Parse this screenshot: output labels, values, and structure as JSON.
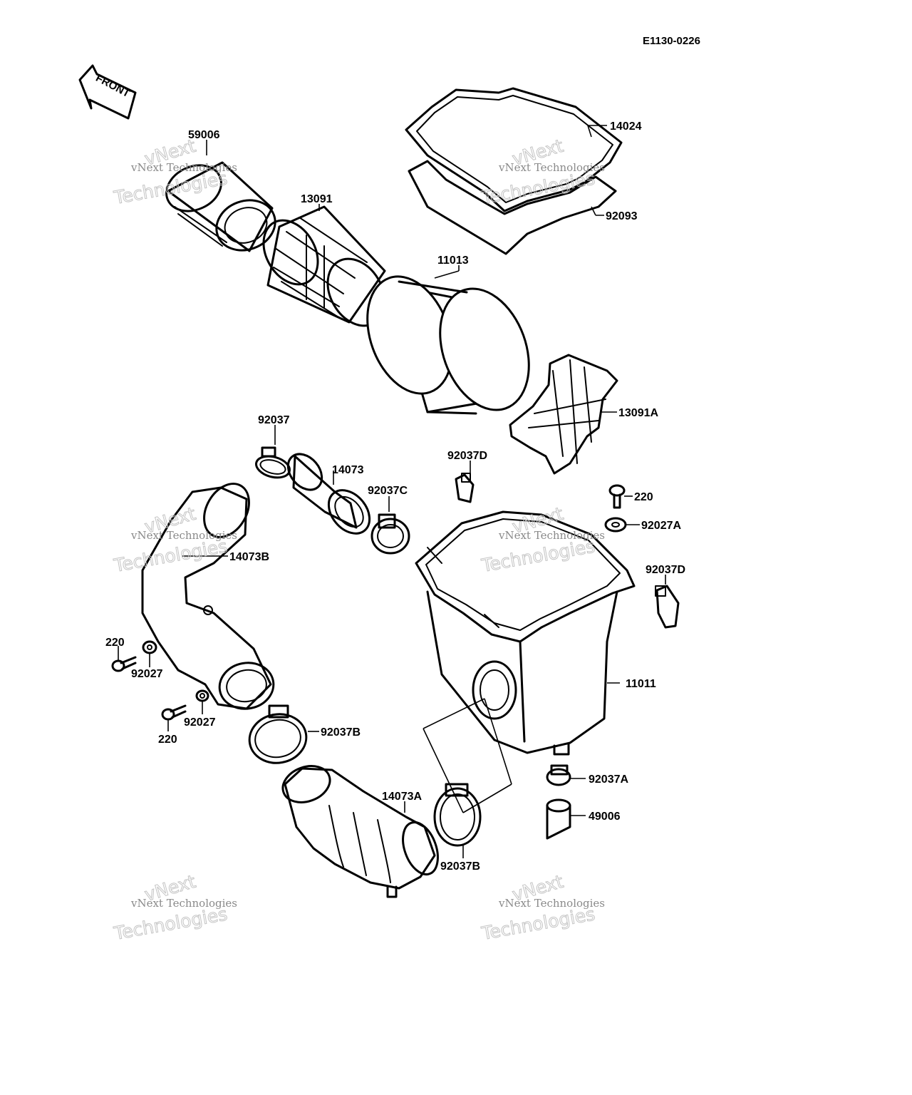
{
  "diagram": {
    "code": "E1130-0226",
    "front_arrow": "FRONT",
    "watermark": {
      "line1": "vNext Technologies",
      "line2": "vNext",
      "line3": "Technologies"
    },
    "labels": {
      "p59006": "59006",
      "p13091": "13091",
      "p14024": "14024",
      "p92093": "92093",
      "p11013": "11013",
      "p13091A": "13091A",
      "p92037": "92037",
      "p14073": "14073",
      "p92037C": "92037C",
      "p92037D_top": "92037D",
      "p220_right": "220",
      "p92027A": "92027A",
      "p92037D_right": "92037D",
      "p14073B": "14073B",
      "p220_left1": "220",
      "p92027_left1": "92027",
      "p92027_left2": "92027",
      "p220_left2": "220",
      "p92037B_mid": "92037B",
      "p11011": "11011",
      "p92037A": "92037A",
      "p49006": "49006",
      "p14073A": "14073A",
      "p92037B_low": "92037B"
    }
  }
}
